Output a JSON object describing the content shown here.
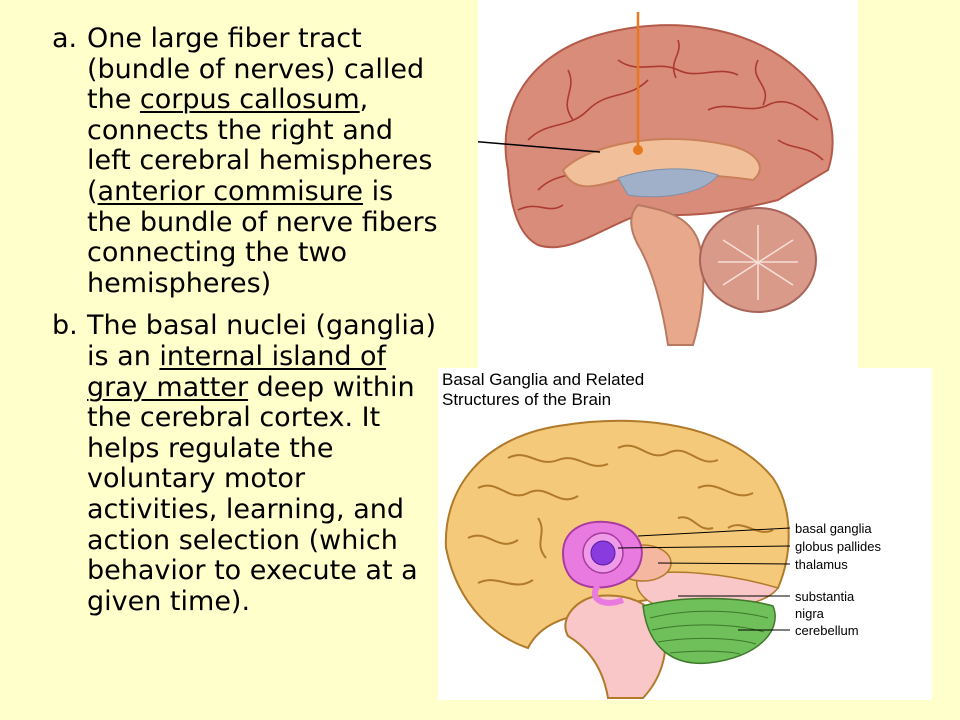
{
  "text": {
    "a": {
      "marker": "a.",
      "p1": "One large fiber tract (bundle of nerves) called the ",
      "u1": "corpus callosum",
      "p2": ", connects the right and left cerebral hemispheres (",
      "u2": "anterior commisure",
      "p3": " is the bundle of nerve fibers connecting the two hemispheres)"
    },
    "b": {
      "marker": "b.",
      "p1": "The basal nuclei (ganglia) is an ",
      "u1": "internal island of gray matter",
      "p2": " deep within the cerebral cortex.  It helps regulate the voluntary motor activities, learning, and action selection (which behavior to execute at a given time)."
    }
  },
  "diagram": {
    "title_line1": "Basal Ganglia and Related",
    "title_line2": "Structures of the Brain",
    "labels": {
      "basal_ganglia": "basal ganglia",
      "globus_pallides": "globus pallides",
      "thalamus": "thalamus",
      "substantia": "substantia",
      "nigra": "nigra",
      "cerebellum": "cerebellum"
    }
  },
  "colors": {
    "background": "#FFFFCC",
    "brain_tissue": "#D98C7A",
    "cortex_yellow": "#F5C97A",
    "basal_ganglia": "#E87AE0",
    "globus_pallides": "#8A3BE0",
    "thalamus": "#F6B7A0",
    "cerebellum": "#6FBF5A",
    "brainstem": "#F9C7C7",
    "pointer_orange": "#E8781E"
  }
}
